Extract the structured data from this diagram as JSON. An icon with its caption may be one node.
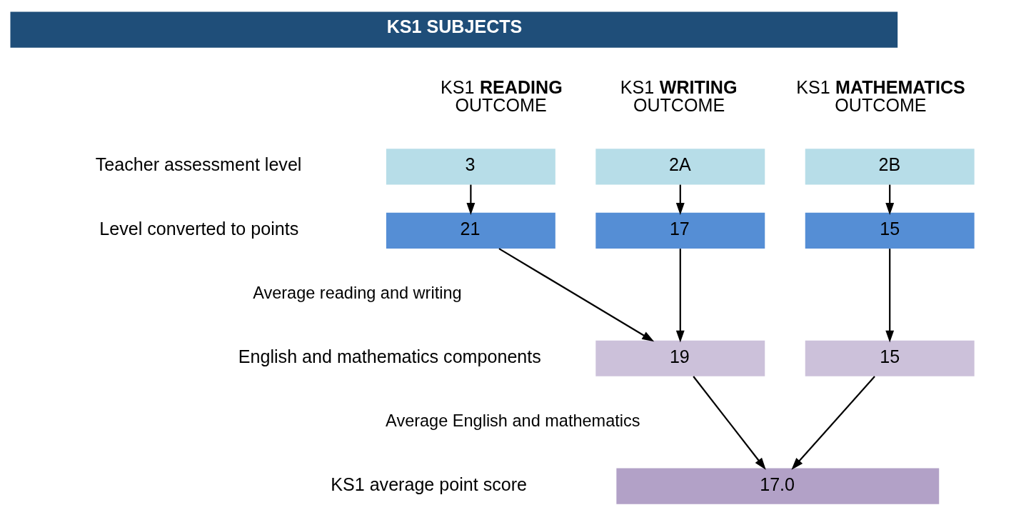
{
  "diagram": {
    "nodes": [
      {
        "text": [
          "KS1 SUBJECTS"
        ]
      },
      {
        "text": [
          "3"
        ]
      },
      {
        "text": [
          "2A"
        ]
      },
      {
        "text": [
          "2B"
        ]
      },
      {
        "text": [
          "21"
        ]
      },
      {
        "text": [
          "17"
        ]
      },
      {
        "text": [
          "15"
        ]
      },
      {
        "text": [
          "19"
        ]
      },
      {
        "text": [
          "15"
        ]
      },
      {
        "text": [
          "17.0"
        ]
      }
    ],
    "edges": [
      {
        "from": 1,
        "to": 4,
        "arrow": "to"
      },
      {
        "from": 2,
        "to": 5,
        "arrow": "to"
      },
      {
        "from": 3,
        "to": 6,
        "arrow": "to"
      },
      {
        "from": 4,
        "to": 7,
        "arrow": "to"
      },
      {
        "from": 5,
        "to": 7,
        "arrow": "to"
      },
      {
        "from": 6,
        "to": 8,
        "arrow": "to"
      },
      {
        "from": 7,
        "to": 9,
        "arrow": "to"
      },
      {
        "from": 8,
        "to": 9,
        "arrow": "to"
      }
    ],
    "labels": [
      "KS1 **READING** OUTCOME",
      "KS1 **WRITING** OUTCOME",
      "KS1 **MATHEMATICS** OUTCOME",
      "Teacher assessment level",
      "Level converted to points",
      "Average reading and writing",
      "English and mathematics components",
      "Average English and mathematics",
      "KS1 average point score"
    ]
  }
}
